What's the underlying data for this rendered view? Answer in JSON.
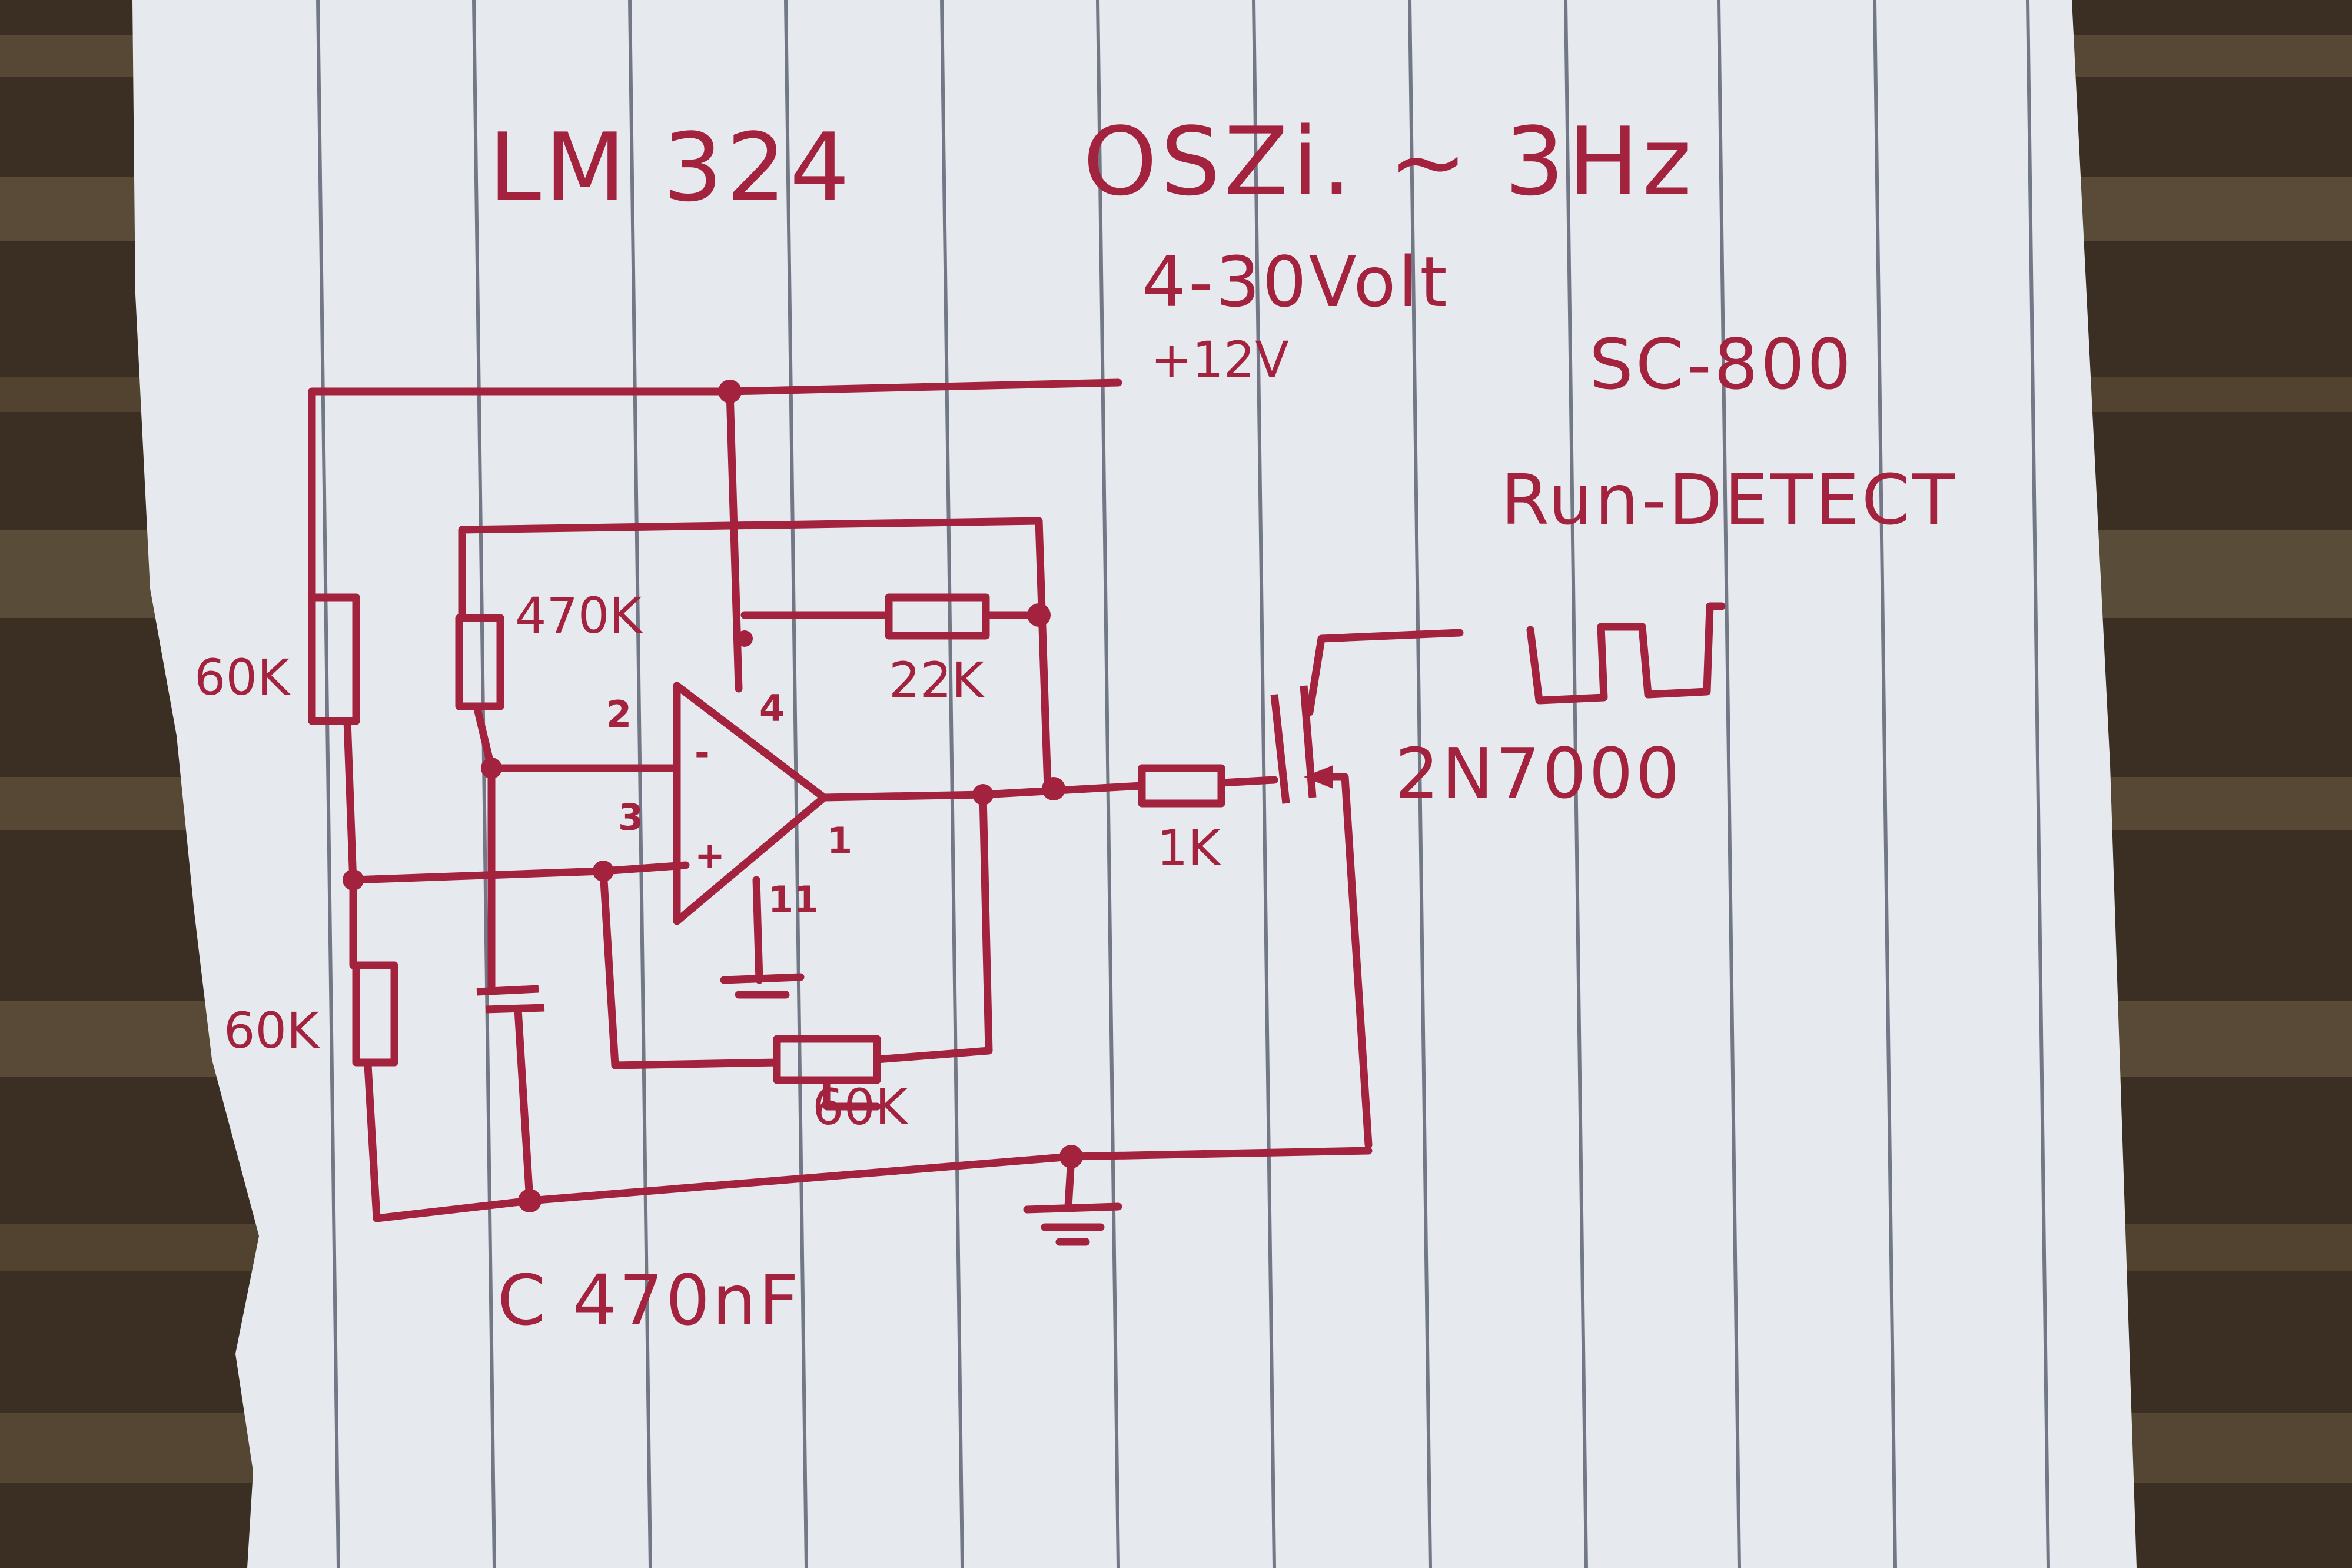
{
  "colors": {
    "ink": "#a3233f",
    "paper": "#e6e9ee",
    "rule": "#4c5362",
    "wood": "#3a2f22"
  },
  "header": {
    "title": "LM 324",
    "osc_note": "OSZi. ~ 3Hz",
    "supply_range": "4-30Volt",
    "supply_value": "+12V",
    "sc800": "SC-800",
    "run_detect": "Run-DETECT"
  },
  "labels": {
    "r_top_left": "60K",
    "r_bottom_left": "60K",
    "r_470k": "470K",
    "r_22k": "22K",
    "r_1k": "1K",
    "r_60k_fb": "60K",
    "capacitor": "C 470nF",
    "transistor": "2N7000"
  },
  "opamp": {
    "pin_2": "2",
    "pin_3": "3",
    "pin_4": "4",
    "pin_1": "1",
    "pin_11": "11",
    "minus": "-",
    "plus": "+"
  }
}
